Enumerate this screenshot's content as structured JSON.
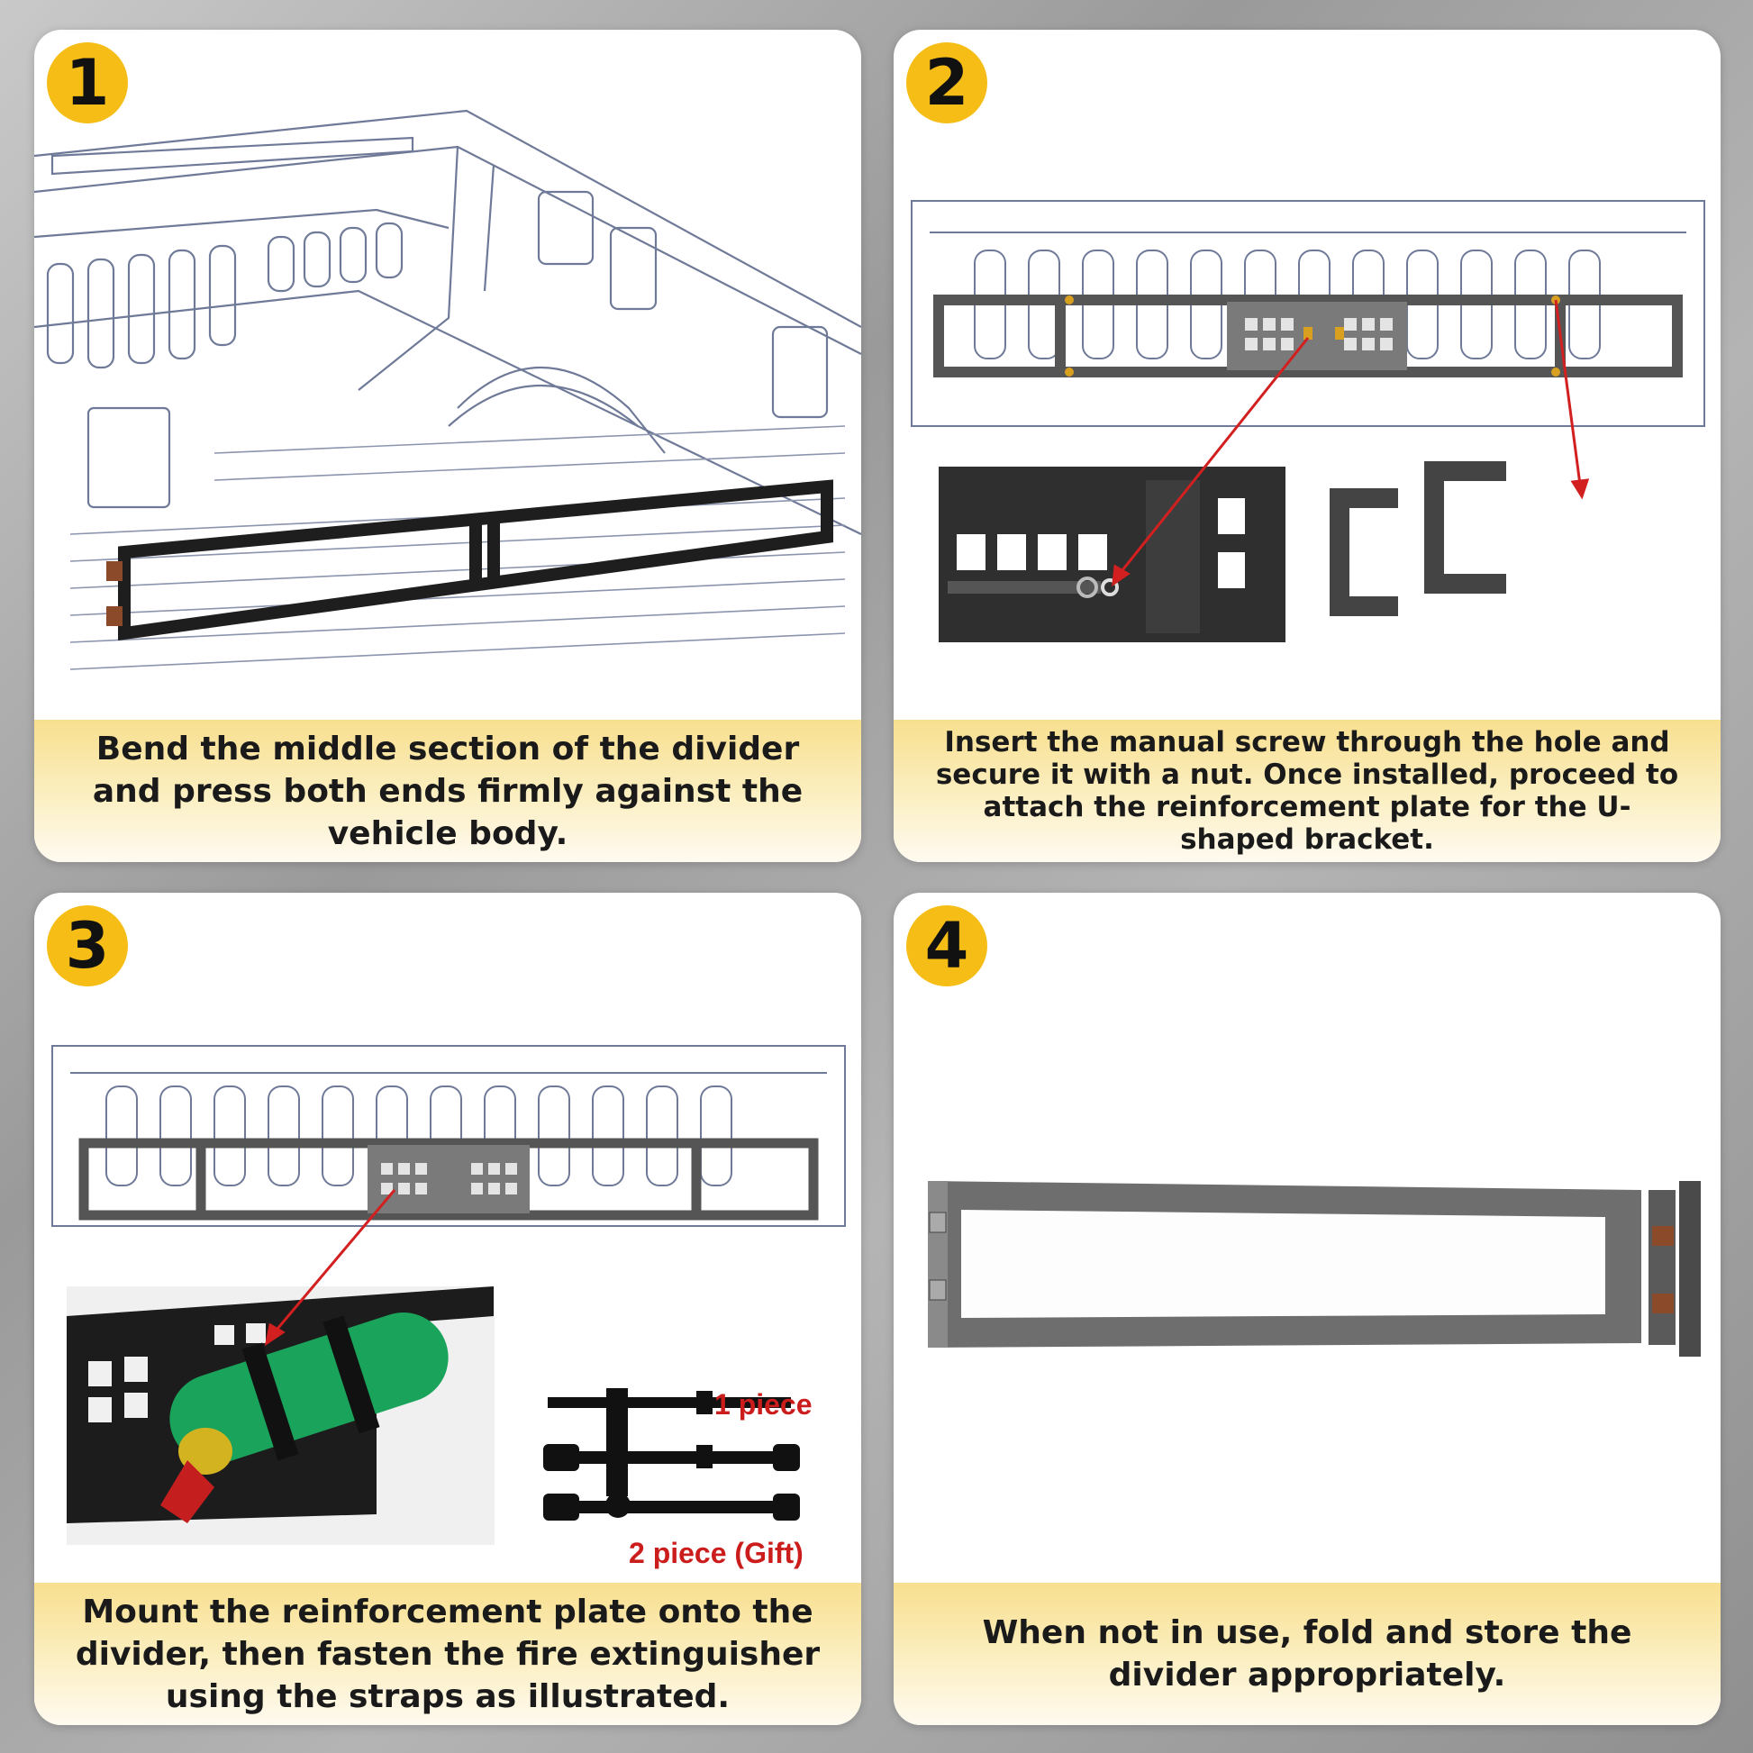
{
  "steps": [
    {
      "number": "1",
      "caption": "Bend the middle section of the divider and press both ends firmly against the vehicle body."
    },
    {
      "number": "2",
      "caption": "Insert the manual screw through the hole and secure it with a nut.  Once installed, proceed to attach the reinforcement plate for the U-shaped bracket."
    },
    {
      "number": "3",
      "caption": "Mount the reinforcement plate onto the divider, then fasten the fire extinguisher using the straps as illustrated.",
      "labels": {
        "strap_one": "1 piece",
        "strap_two": "2 piece (Gift)"
      }
    },
    {
      "number": "4",
      "caption": "When not in use, fold and store the divider appropriately."
    }
  ],
  "colors": {
    "badge": "#f5bd16",
    "caption_band": "#f8df8f",
    "arrow": "#d21f1f",
    "extinguisher": "#1aa35a",
    "frame": "#2b2b2b"
  }
}
